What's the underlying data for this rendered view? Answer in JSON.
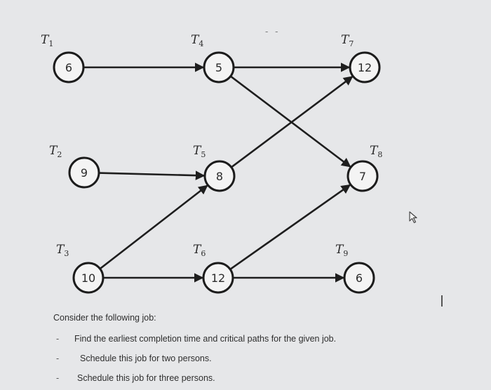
{
  "graph": {
    "nodes": [
      {
        "id": "T1",
        "label": "T",
        "sub": "1",
        "duration": "6"
      },
      {
        "id": "T2",
        "label": "T",
        "sub": "2",
        "duration": "9"
      },
      {
        "id": "T3",
        "label": "T",
        "sub": "3",
        "duration": "10"
      },
      {
        "id": "T4",
        "label": "T",
        "sub": "4",
        "duration": "5"
      },
      {
        "id": "T5",
        "label": "T",
        "sub": "5",
        "duration": "8"
      },
      {
        "id": "T6",
        "label": "T",
        "sub": "6",
        "duration": "12"
      },
      {
        "id": "T7",
        "label": "T",
        "sub": "7",
        "duration": "12"
      },
      {
        "id": "T8",
        "label": "T",
        "sub": "8",
        "duration": "7"
      },
      {
        "id": "T9",
        "label": "T",
        "sub": "9",
        "duration": "6"
      }
    ],
    "edges": [
      [
        "T1",
        "T4"
      ],
      [
        "T4",
        "T7"
      ],
      [
        "T4",
        "T8"
      ],
      [
        "T2",
        "T5"
      ],
      [
        "T5",
        "T7"
      ],
      [
        "T3",
        "T5"
      ],
      [
        "T3",
        "T6"
      ],
      [
        "T6",
        "T8"
      ],
      [
        "T6",
        "T9"
      ]
    ]
  },
  "problem": {
    "intro": "Consider the following job:",
    "tasks": [
      "Find the earliest completion time and critical paths for the given job.",
      "Schedule this job for two persons.",
      "Schedule this job for three persons."
    ],
    "bullet": "-"
  },
  "icons": {
    "cursor": "mouse-pointer-icon"
  }
}
